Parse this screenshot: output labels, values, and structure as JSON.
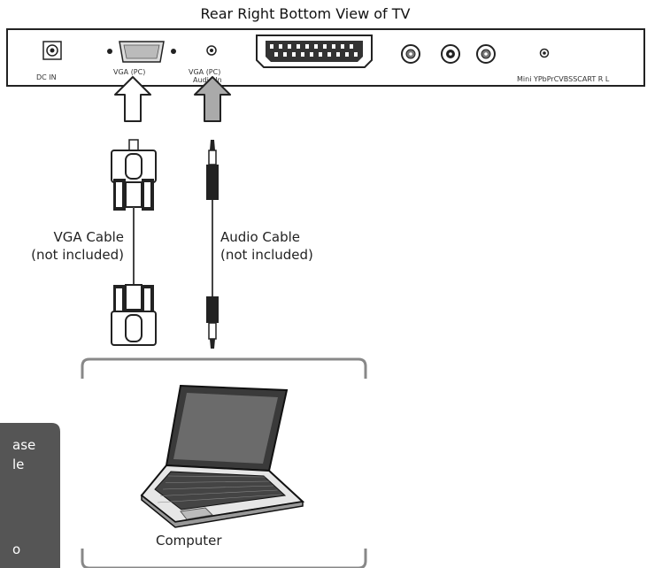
{
  "title": "Rear Right Bottom View of TV",
  "ports": {
    "dc_in": "DC IN",
    "vga_pc": "VGA (PC)",
    "vga_pc_audio_1": "VGA (PC)",
    "vga_pc_audio_2": "Audio In",
    "right_group": "Mini YPbPrCVBSSCART R L"
  },
  "cables": {
    "vga_line1": "VGA Cable",
    "vga_line2": "(not included)",
    "audio_line1": "Audio Cable",
    "audio_line2": "(not included)"
  },
  "computer_label": "Computer",
  "note_fragments": [
    "ase",
    "le",
    "o"
  ]
}
